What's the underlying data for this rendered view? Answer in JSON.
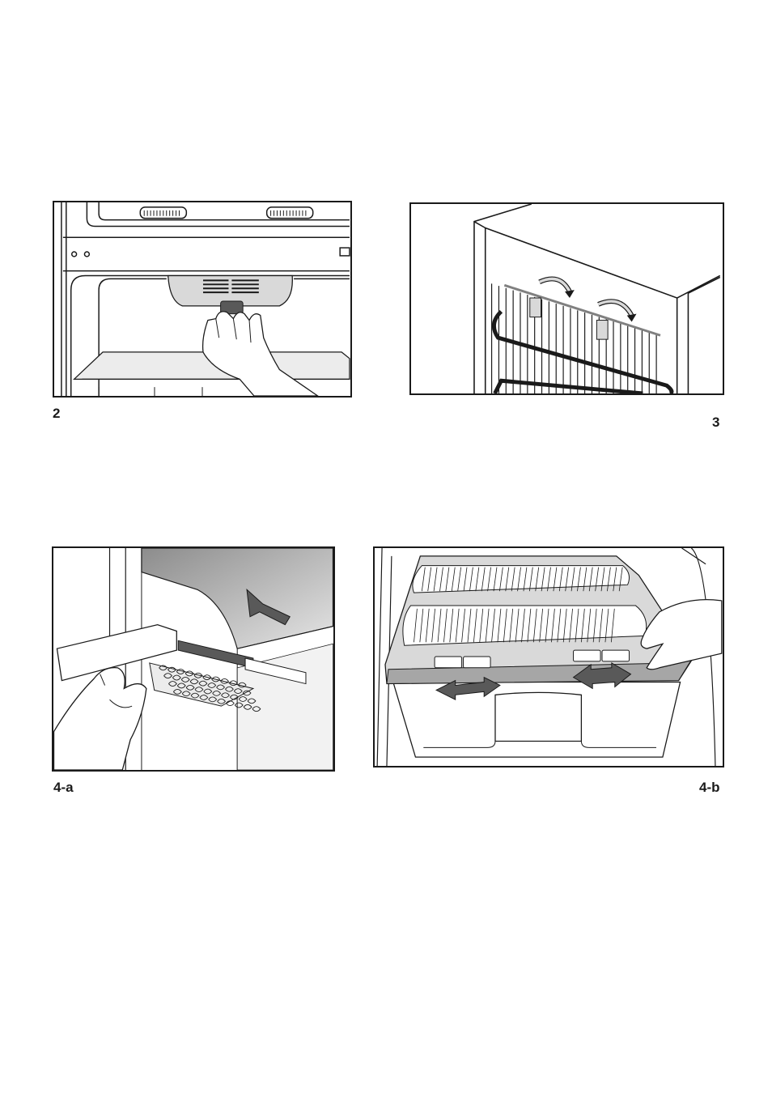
{
  "figures": [
    {
      "id": "2",
      "caption": "2"
    },
    {
      "id": "3",
      "caption": "3"
    },
    {
      "id": "4-a",
      "caption": "4-a"
    },
    {
      "id": "4-b",
      "caption": "4-b"
    }
  ],
  "colors": {
    "line": "#1a1a1a",
    "grey_light": "#d9d9d9",
    "grey_mid": "#a6a6a6",
    "grey_dark": "#595959"
  }
}
